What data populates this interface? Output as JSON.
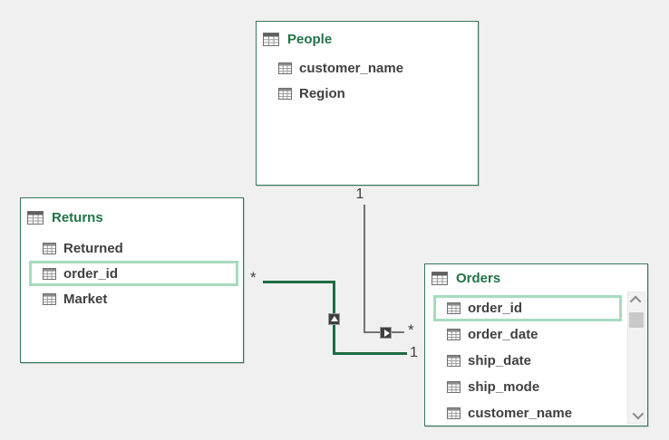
{
  "app": {
    "view_name": "Data Model Diagram View",
    "colors": {
      "background": "#F0F0F0",
      "card_border_green": "#35775A",
      "title_green": "#217346",
      "field_text": "#404040",
      "selection_green": "#A7DBBE",
      "relationship_green": "#1E6B43",
      "relationship_gray": "#737373"
    }
  },
  "tables": {
    "people": {
      "title": "People",
      "fields": [
        "customer_name",
        "Region"
      ]
    },
    "returns": {
      "title": "Returns",
      "fields": [
        "Returned",
        "order_id",
        "Market"
      ],
      "selected_field": "order_id"
    },
    "orders": {
      "title": "Orders",
      "fields": [
        "order_id",
        "order_date",
        "ship_date",
        "ship_mode",
        "customer_name"
      ],
      "selected_field": "order_id",
      "has_scrollbar": true
    }
  },
  "relationships": [
    {
      "from_table": "People",
      "to_table": "Orders",
      "from_label": "1",
      "to_label": "*"
    },
    {
      "from_table": "Returns",
      "to_table": "Orders",
      "from_label": "*",
      "to_label": "1"
    }
  ]
}
